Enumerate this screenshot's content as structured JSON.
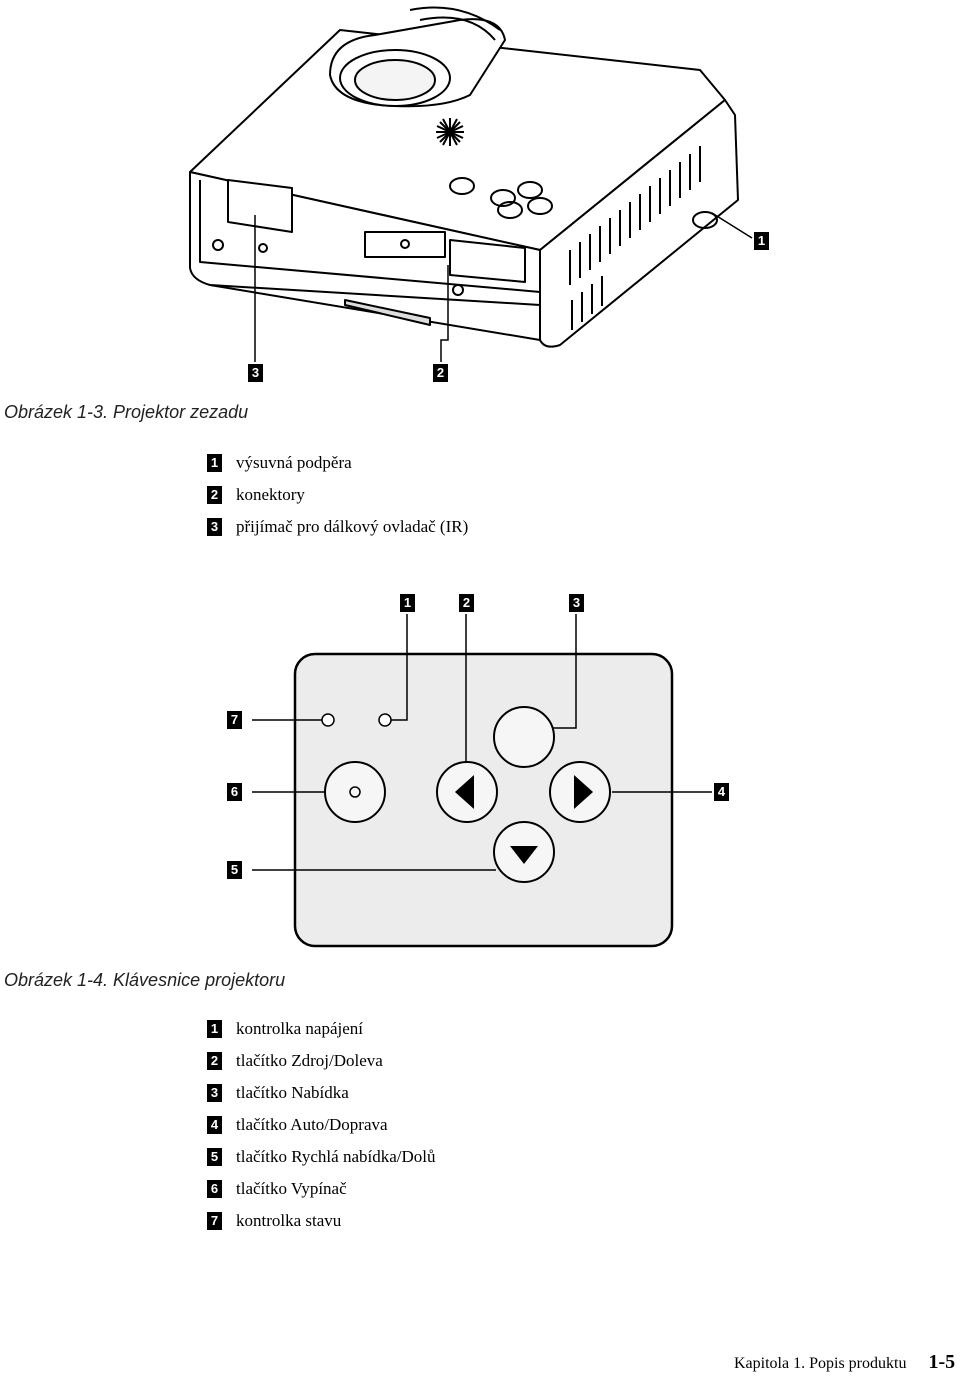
{
  "figure1": {
    "caption": "Obrázek 1-3. Projektor zezadu",
    "callouts": [
      "1",
      "2",
      "3"
    ],
    "legend": [
      {
        "num": "1",
        "text": "výsuvná podpěra"
      },
      {
        "num": "2",
        "text": "konektory"
      },
      {
        "num": "3",
        "text": "přijímač pro dálkový ovladač (IR)"
      }
    ]
  },
  "figure2": {
    "caption": "Obrázek 1-4. Klávesnice projektoru",
    "callouts": [
      "1",
      "2",
      "3",
      "4",
      "5",
      "6",
      "7"
    ],
    "legend": [
      {
        "num": "1",
        "text": "kontrolka napájení"
      },
      {
        "num": "2",
        "text": "tlačítko Zdroj/Doleva"
      },
      {
        "num": "3",
        "text": "tlačítko Nabídka"
      },
      {
        "num": "4",
        "text": "tlačítko Auto/Doprava"
      },
      {
        "num": "5",
        "text": "tlačítko Rychlá nabídka/Dolů"
      },
      {
        "num": "6",
        "text": "tlačítko Vypínač"
      },
      {
        "num": "7",
        "text": "kontrolka stavu"
      }
    ]
  },
  "footer": {
    "chapter": "Kapitola 1. Popis produktu",
    "page": "1-5"
  }
}
